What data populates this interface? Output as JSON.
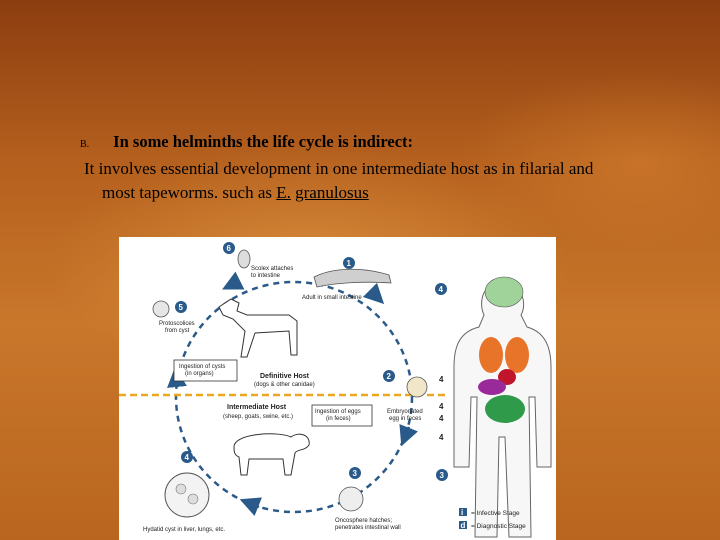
{
  "slide": {
    "list_marker": "B.",
    "heading": "In some helminths the life cycle is indirect:",
    "body_line1": "It involves essential development in one intermediate host as in filarial and",
    "body_prefix": "most tapeworms. such as ",
    "species_genus": "E.",
    "species_name": "granulosus"
  },
  "figure": {
    "stage_numbers": [
      "1",
      "2",
      "3",
      "4",
      "5",
      "6"
    ],
    "labels": {
      "scolex": "Scolex attaches\nto intestine",
      "adult": "Adult in small intestine",
      "protoscolices": "Protoscolices\nfrom cyst",
      "ingestion_cysts": "Ingestion of cysts\n(in organs)",
      "definitive_host": "Definitive Host",
      "definitive_host_sub": "(dogs & other canidae)",
      "intermediate_host": "Intermediate Host",
      "intermediate_host_sub": "(sheep, goats, swine, etc.)",
      "ingestion_eggs": "Ingestion of eggs\n(in feces)",
      "embryonated_egg": "Embryonated\negg in feces",
      "oncosphere": "Oncosphere hatches;\npenetrates intestinal wall",
      "hydatid": "Hydatid cyst in liver, lungs, etc.",
      "legend_infective": "= Infective Stage",
      "legend_diagnostic": "= Diagnostic Stage",
      "legend_i": "i",
      "legend_d": "d"
    },
    "body_marks": [
      "4",
      "4",
      "4",
      "4",
      "4",
      "3"
    ],
    "colors": {
      "arrow": "#2a5a8a",
      "stage_badge": "#2a5a8a",
      "host_divider": "#e9a820",
      "lungs": "#e8742a",
      "heart": "#c0152a",
      "liver": "#9a2a9a",
      "intestine": "#2e9a4a",
      "brain": "#9fd39a"
    }
  }
}
